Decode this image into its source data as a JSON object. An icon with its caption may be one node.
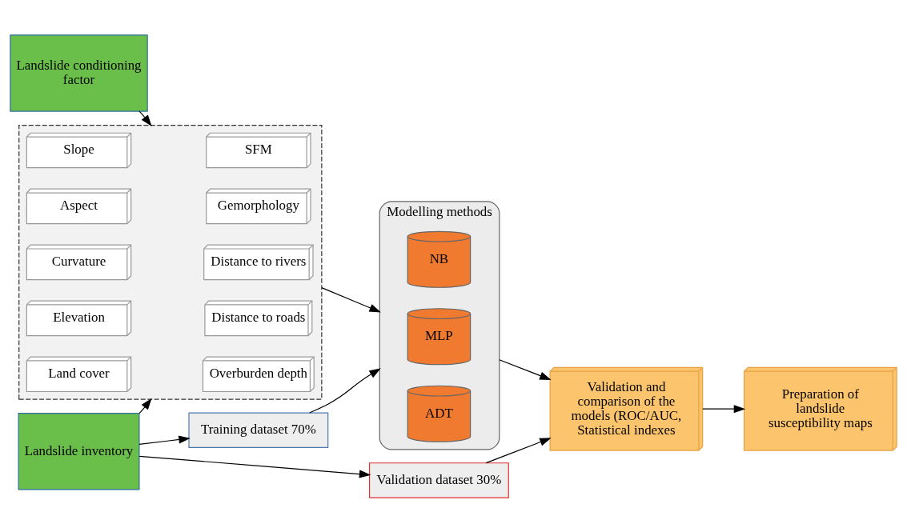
{
  "diagram": {
    "nodes": [
      {
        "text": [
          "Landslide conditioning factor"
        ]
      },
      {
        "text": [],
        "shape": "box"
      },
      {
        "text": [
          "Slope"
        ],
        "in": 1
      },
      {
        "text": [
          "SFM"
        ],
        "in": 1
      },
      {
        "text": [
          "Aspect"
        ],
        "in": 1
      },
      {
        "text": [
          "Gemorphology"
        ],
        "in": 1
      },
      {
        "text": [
          "Curvature"
        ],
        "in": 1
      },
      {
        "text": [
          "Distance to rivers"
        ],
        "in": 1
      },
      {
        "text": [
          "Elevation"
        ],
        "in": 1
      },
      {
        "text": [
          "Distance to roads"
        ],
        "in": 1
      },
      {
        "text": [
          "Land cover"
        ],
        "in": 1
      },
      {
        "text": [
          "Overburden depth"
        ],
        "in": 1
      },
      {
        "text": [
          "Modelling methods"
        ]
      },
      {
        "text": [
          "NB"
        ],
        "in": 12
      },
      {
        "text": [
          "MLP"
        ],
        "in": 12
      },
      {
        "text": [
          "ADT"
        ],
        "in": 12
      },
      {
        "text": [
          "Validation and comparison of the models (ROC/AUC, Statistical indexes"
        ]
      },
      {
        "text": [
          "Landslide inventory"
        ]
      },
      {
        "text": [
          "Training dataset 70%"
        ]
      },
      {
        "text": [
          "Validation dataset 30%"
        ]
      },
      {
        "text": [
          "Preparation of landslide susceptibility maps"
        ]
      }
    ],
    "edges": [
      {
        "from": 0,
        "to": 1,
        "arrow": "to"
      },
      {
        "from": 17,
        "to": 1,
        "arrow": "to"
      },
      {
        "from": 1,
        "to": 12,
        "arrow": "to"
      },
      {
        "from": 12,
        "to": 16,
        "arrow": "to"
      },
      {
        "from": 17,
        "to": 18,
        "arrow": "to"
      },
      {
        "from": 17,
        "to": 19,
        "arrow": "to"
      },
      {
        "from": 18,
        "to": 12,
        "arrow": "to"
      },
      {
        "from": 19,
        "to": 16,
        "arrow": "to"
      },
      {
        "from": 16,
        "to": 20,
        "arrow": "to"
      }
    ]
  }
}
